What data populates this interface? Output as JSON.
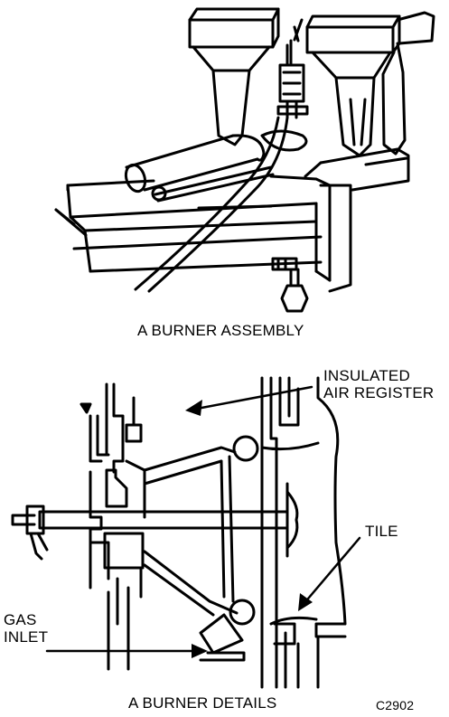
{
  "figures": {
    "top": {
      "caption": "A  BURNER ASSEMBLY"
    },
    "bottom": {
      "caption": "A  BURNER DETAILS",
      "callouts": {
        "insulated_air_register": {
          "line1": "INSULATED",
          "line2": "AIR REGISTER"
        },
        "tile": "TILE",
        "gas_inlet": {
          "line1": "GAS",
          "line2": "INLET"
        }
      }
    },
    "code": "C2902"
  },
  "style": {
    "ink": "#000000",
    "paper": "#ffffff"
  }
}
